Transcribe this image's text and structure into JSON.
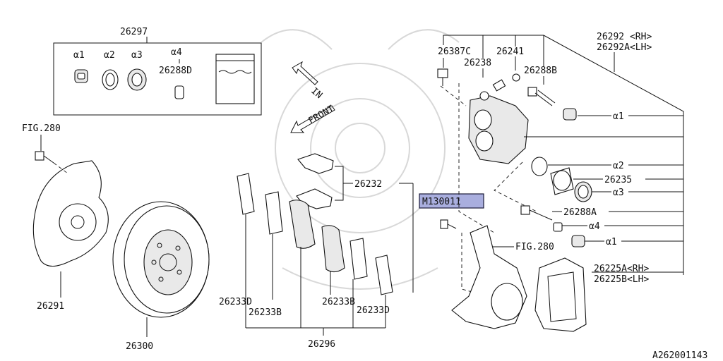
{
  "labels": {
    "kit": "26297",
    "a1": "α1",
    "a2": "α2",
    "a3": "α3",
    "a4": "α4",
    "guide_pin_boot_kit": "26288D",
    "fig280_top": "FIG.280",
    "fig280_right": "FIG.280",
    "shield": "26291",
    "rotor": "26300",
    "pad_set": "26296",
    "pad_clip": "26232",
    "shim_d_left": "26233D",
    "shim_b_left": "26233B",
    "shim_b_right": "26233B",
    "shim_d_right": "26233D",
    "bolt_26387c": "26387C",
    "bleeder": "26238",
    "bleeder_cap": "26241",
    "pin_b": "26288B",
    "caliper_rh": "26292 <RH>",
    "caliper_lh": "26292A<LH>",
    "ref_a1_top": "α1",
    "ref_a2": "α2",
    "piston": "26235",
    "ref_a3": "α3",
    "pin_a": "26288A",
    "ref_a4": "α4",
    "ref_a1_bottom": "α1",
    "support_rh": "26225A<RH>",
    "support_lh": "26225B<LH>",
    "highlight": "M130011",
    "in_arrow": "IN",
    "front_arrow": "FRONT",
    "diagram_id": "A262001143"
  },
  "colors": {
    "highlight_fill": "#a9aede",
    "line": "#111111",
    "watermark": "#d8d8d8"
  }
}
